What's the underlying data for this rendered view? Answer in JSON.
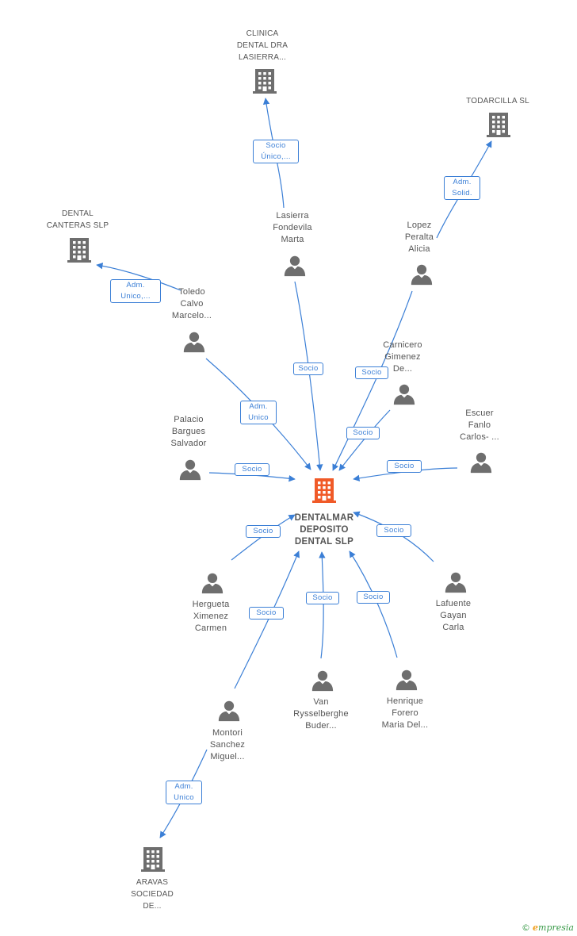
{
  "colors": {
    "edge": "#3b7fd6",
    "node": "#6e6e6e",
    "center": "#f05a28",
    "label": "#555555"
  },
  "center": {
    "lines": [
      "DENTALMAR",
      "DEPOSITO",
      "DENTAL SLP"
    ],
    "icon": "building-icon"
  },
  "nodes": [
    {
      "id": "clinica",
      "type": "company",
      "lines": [
        "CLINICA",
        "DENTAL DRA",
        "LASIERRA..."
      ]
    },
    {
      "id": "todarcilla",
      "type": "company",
      "lines": [
        "TODARCILLA SL"
      ]
    },
    {
      "id": "canteras",
      "type": "company",
      "lines": [
        "DENTAL",
        "CANTERAS SLP"
      ]
    },
    {
      "id": "aravas",
      "type": "company",
      "lines": [
        "ARAVAS",
        "SOCIEDAD",
        "DE..."
      ]
    },
    {
      "id": "lasierra",
      "type": "person",
      "lines": [
        "Lasierra",
        "Fondevila",
        "Marta"
      ]
    },
    {
      "id": "lopez",
      "type": "person",
      "lines": [
        "Lopez",
        "Peralta",
        "Alicia"
      ]
    },
    {
      "id": "toledo",
      "type": "person",
      "lines": [
        "Toledo",
        "Calvo",
        "Marcelo..."
      ]
    },
    {
      "id": "carnicero",
      "type": "person",
      "lines": [
        "Carnicero",
        "Gimenez",
        "De..."
      ]
    },
    {
      "id": "palacio",
      "type": "person",
      "lines": [
        "Palacio",
        "Bargues",
        "Salvador"
      ]
    },
    {
      "id": "escuer",
      "type": "person",
      "lines": [
        "Escuer",
        "Fanlo",
        "Carlos- ..."
      ]
    },
    {
      "id": "hergueta",
      "type": "person",
      "lines": [
        "Hergueta",
        "Ximenez",
        "Carmen"
      ]
    },
    {
      "id": "lafuente",
      "type": "person",
      "lines": [
        "Lafuente",
        "Gayan",
        "Carla"
      ]
    },
    {
      "id": "van",
      "type": "person",
      "lines": [
        "Van",
        "Rysselberghe",
        "Buder..."
      ]
    },
    {
      "id": "henrique",
      "type": "person",
      "lines": [
        "Henrique",
        "Forero",
        "Maria Del..."
      ]
    },
    {
      "id": "montori",
      "type": "person",
      "lines": [
        "Montori",
        "Sanchez",
        "Miguel..."
      ]
    }
  ],
  "edges": [
    {
      "from": "lasierra",
      "to": "clinica",
      "label": [
        "Socio",
        "Único,..."
      ]
    },
    {
      "from": "lopez",
      "to": "todarcilla",
      "label": [
        "Adm.",
        "Solid."
      ]
    },
    {
      "from": "toledo",
      "to": "canteras",
      "label": [
        "Adm.",
        "Unico,..."
      ]
    },
    {
      "from": "lasierra",
      "to": "center",
      "label": [
        "Socio"
      ]
    },
    {
      "from": "lopez",
      "to": "center",
      "label": [
        "Socio"
      ]
    },
    {
      "from": "toledo",
      "to": "center",
      "label": [
        "Adm.",
        "Unico"
      ]
    },
    {
      "from": "carnicero",
      "to": "center",
      "label": [
        "Socio"
      ]
    },
    {
      "from": "palacio",
      "to": "center",
      "label": [
        "Socio"
      ]
    },
    {
      "from": "escuer",
      "to": "center",
      "label": [
        "Socio"
      ]
    },
    {
      "from": "hergueta",
      "to": "center",
      "label": [
        "Socio"
      ]
    },
    {
      "from": "lafuente",
      "to": "center",
      "label": [
        "Socio"
      ]
    },
    {
      "from": "montori",
      "to": "center",
      "label": [
        "Socio"
      ]
    },
    {
      "from": "van",
      "to": "center",
      "label": [
        "Socio"
      ]
    },
    {
      "from": "henrique",
      "to": "center",
      "label": [
        "Socio"
      ]
    },
    {
      "from": "montori",
      "to": "aravas",
      "label": [
        "Adm.",
        "Unico"
      ]
    }
  ],
  "footer": {
    "copyright": "©",
    "brand_e": "e",
    "brand_rest": "mpresia"
  }
}
